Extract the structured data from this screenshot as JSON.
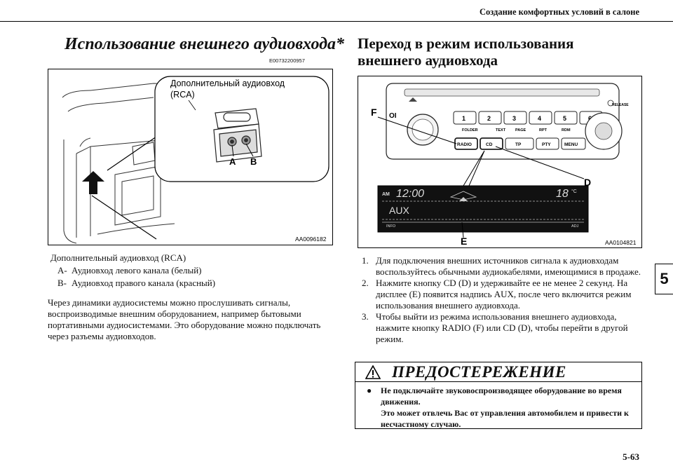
{
  "header": {
    "running_head": "Создание комфортных условий в салоне",
    "page_number": "5-63",
    "chapter_tab": "5"
  },
  "left": {
    "title": "Использование внешнего аудиовхода*",
    "code": "E00732200957",
    "figure": {
      "callout_line1": "Дополнительный аудиовход",
      "callout_line2": "(RCA)",
      "label_a": "A",
      "label_b": "B",
      "code": "AA0096182"
    },
    "caption": {
      "title": "Дополнительный аудиовход (RCA)",
      "items": [
        {
          "key": "A-",
          "text": "Аудиовход левого канала (белый)"
        },
        {
          "key": "B-",
          "text": "Аудиовход правого канала (красный)"
        }
      ]
    },
    "body": "Через динамики аудиосистемы можно прослушивать сигналы, воспроизводимые внешним оборудованием, например бытовыми портативными аудиосистемами. Это оборудование можно подключать через разъемы аудиовходов."
  },
  "right": {
    "title": "Переход в режим использования внешнего аудиовхода",
    "figure": {
      "code": "AA0104821",
      "label_f": "F",
      "label_d": "D",
      "label_e": "E",
      "btn_1": "1",
      "btn_2": "2",
      "btn_3": "3",
      "btn_4": "4",
      "btn_5": "5",
      "btn_6": "6",
      "lbl_folder": "FOLDER",
      "lbl_text": "TEXT",
      "lbl_page": "PAGE",
      "lbl_rpt": "RPT",
      "lbl_rdm": "RDM",
      "btn_radio": "RADIO",
      "btn_cd": "CD",
      "btn_tp": "TP",
      "btn_pty": "PTY",
      "btn_menu": "MENU",
      "release": "RELEASE",
      "power": "OI",
      "disp_am": "AM",
      "disp_clock": "12:00",
      "disp_temp": "18",
      "disp_unit": "°C",
      "disp_aux": "AUX",
      "disp_info": "INFO",
      "disp_adj": "ADJ"
    },
    "steps": [
      {
        "num": "1.",
        "text": "Для подключения внешних источников сигнала к аудиовходам воспользуйтесь обычными аудиокабелями, имеющимися в продаже."
      },
      {
        "num": "2.",
        "text": "Нажмите кнопку CD (D) и удерживайте ее не менее 2 секунд. На дисплее (E) появится надпись AUX, после чего включится режим использования внешнего аудиовхода."
      },
      {
        "num": "3.",
        "text": "Чтобы выйти из режима использования внешнего аудиовхода, нажмите кнопку RADIO (F) или CD (D), чтобы перейти в другой режим."
      }
    ],
    "warning": {
      "title": "ПРЕДОСТЕРЕЖЕНИЕ",
      "bullet": "●",
      "line1": "Не подключайте звуковоспроизводящее оборудование во время движения.",
      "line2": "Это может отвлечь Вас от управления автомобилем и привести к несчастному случаю."
    }
  }
}
